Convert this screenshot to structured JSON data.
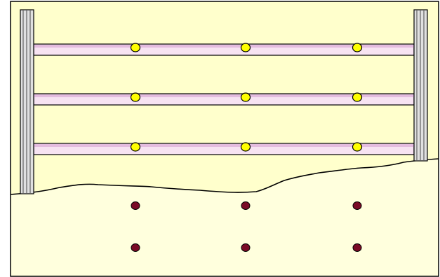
{
  "diagram": {
    "colors": {
      "sky": "#FFFFCC",
      "ground": "#FFFFDD",
      "ground_line": "#000000",
      "frame_border": "#000000",
      "post_fill": "#E0E0E0",
      "post_dark": "#808080",
      "rail_fill": "#F7E3F2",
      "rail_stripe": "#E4BCDF",
      "upper_dot_fill": "#FFFF00",
      "lower_dot_fill": "#7A0B26"
    },
    "posts": [
      {
        "name": "left-post"
      },
      {
        "name": "right-post"
      }
    ],
    "rails": [
      {
        "name": "rail-top"
      },
      {
        "name": "rail-middle"
      },
      {
        "name": "rail-bottom"
      }
    ],
    "dot_rows": {
      "upper": {
        "rows": 3,
        "cols": 3,
        "color_key": "upper_dot_fill"
      },
      "lower": {
        "rows": 2,
        "cols": 3,
        "color_key": "lower_dot_fill"
      }
    }
  }
}
